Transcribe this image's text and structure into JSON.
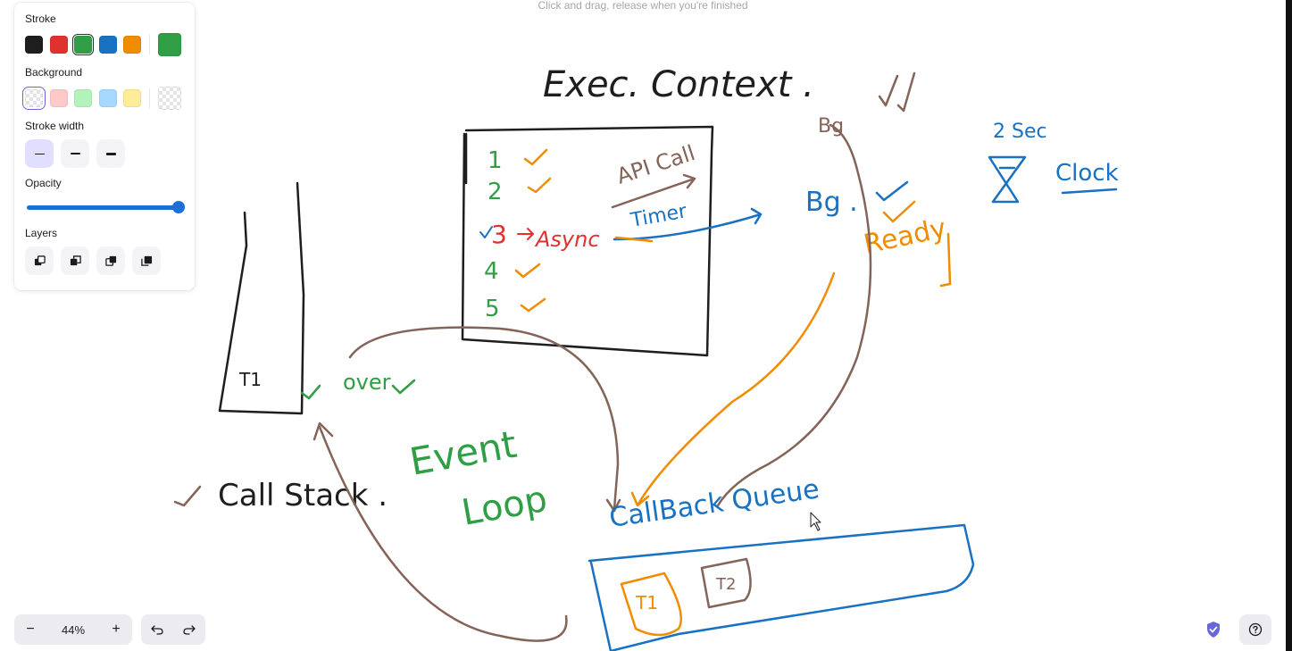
{
  "hint_text": "Click and drag, release when you're finished",
  "panel": {
    "stroke_title": "Stroke",
    "background_title": "Background",
    "stroke_width_title": "Stroke width",
    "opacity_title": "Opacity",
    "layers_title": "Layers",
    "stroke_colors": [
      "#1e1e1e",
      "#e03131",
      "#2f9e44",
      "#1971c2",
      "#f08c00"
    ],
    "stroke_selected": "#2f9e44",
    "current_stroke": "#2f9e44",
    "background_colors": [
      "transparent",
      "#ffc9c9",
      "#b2f2bb",
      "#a5d8ff",
      "#ffec99"
    ],
    "background_selected": "transparent",
    "opacity_value": 100,
    "stroke_widths": [
      "thin",
      "bold",
      "extra-bold"
    ],
    "stroke_width_selected": "thin",
    "layer_icons": [
      "send-to-back-icon",
      "send-backward-icon",
      "bring-forward-icon",
      "bring-to-front-icon"
    ]
  },
  "zoom": {
    "value": "44%",
    "minus": "−",
    "plus": "+"
  },
  "history": {
    "undo_icon": "undo-icon",
    "redo_icon": "redo-icon"
  },
  "help_icon": "help-icon",
  "shield_icon": "shield-icon",
  "board": {
    "title": "Exec. Context .",
    "api_call": "API Call",
    "timer": "Timer",
    "async": "Async",
    "steps": [
      "1",
      "2",
      "3",
      "4",
      "5"
    ],
    "bg_top": "Bg",
    "bg_mid": "Bg .",
    "ready": "Ready",
    "two_sec": "2 Sec",
    "clock": "Clock",
    "t1_stack": "T1",
    "over": "over",
    "event": "Event",
    "loop": "Loop",
    "call_stack": "Call Stack .",
    "callback_queue": "CallBack Queue",
    "queue_t1": "T1",
    "queue_t2": "T2",
    "colors": {
      "black": "#1e1e1e",
      "green": "#2f9e44",
      "orange": "#f08c00",
      "red": "#e03131",
      "blue": "#1971c2",
      "brown": "#846358"
    }
  }
}
